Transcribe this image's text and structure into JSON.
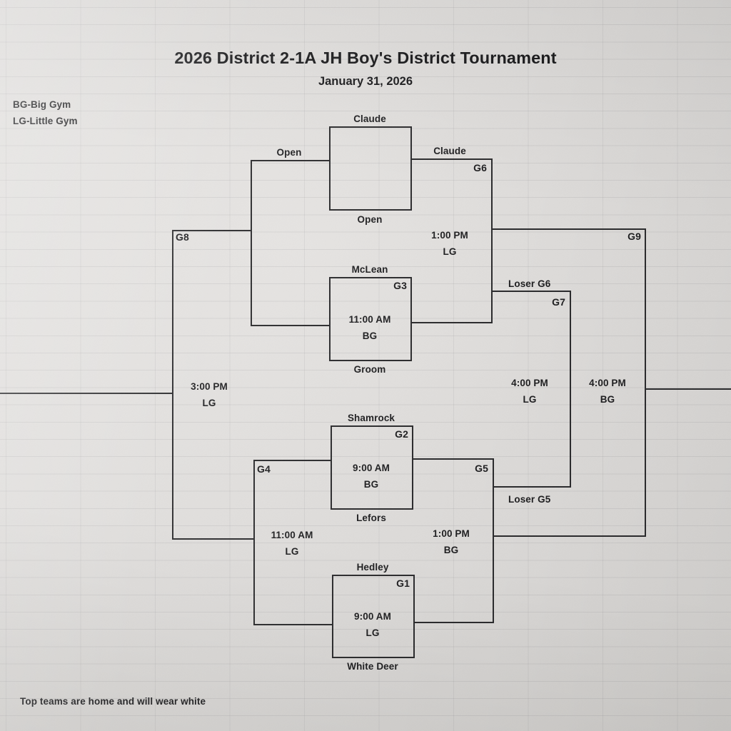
{
  "header": {
    "title": "2026 District 2-1A JH Boy's District Tournament",
    "subtitle": "January 31, 2026"
  },
  "legend": {
    "big_gym": "BG-Big Gym",
    "little_gym": "LG-Little Gym"
  },
  "footer": {
    "note": "Top teams are home and will wear white"
  },
  "teams": {
    "claude": "Claude",
    "open_top": "Open",
    "open_bottom": "Open",
    "mclean": "McLean",
    "groom": "Groom",
    "shamrock": "Shamrock",
    "lefors": "Lefors",
    "hedley": "Hedley",
    "white_deer": "White Deer",
    "claude_advance": "Claude",
    "loser_g6": "Loser G6",
    "loser_g5": "Loser G5"
  },
  "games": [
    {
      "id": "G1",
      "label": "G1",
      "time": "9:00 AM",
      "venue": "LG",
      "top": "Hedley",
      "bottom": "White Deer"
    },
    {
      "id": "G2",
      "label": "G2",
      "time": "9:00 AM",
      "venue": "BG",
      "top": "Shamrock",
      "bottom": "Lefors"
    },
    {
      "id": "G3",
      "label": "G3",
      "time": "11:00 AM",
      "venue": "BG",
      "top": "McLean",
      "bottom": "Groom"
    },
    {
      "id": "G4",
      "label": "G4",
      "time": "11:00 AM",
      "venue": "LG",
      "top": "",
      "bottom": ""
    },
    {
      "id": "G5",
      "label": "G5",
      "time": "1:00 PM",
      "venue": "BG",
      "top": "",
      "bottom": ""
    },
    {
      "id": "G6",
      "label": "G6",
      "time": "1:00 PM",
      "venue": "LG",
      "top": "Claude",
      "bottom": ""
    },
    {
      "id": "G7",
      "label": "G7",
      "time": "4:00 PM",
      "venue": "LG",
      "top": "Loser G6",
      "bottom": "Loser G5"
    },
    {
      "id": "G8",
      "label": "G8",
      "time": "3:00 PM",
      "venue": "LG",
      "top": "",
      "bottom": ""
    },
    {
      "id": "G9",
      "label": "G9",
      "time": "4:00 PM",
      "venue": "BG",
      "top": "",
      "bottom": ""
    }
  ]
}
